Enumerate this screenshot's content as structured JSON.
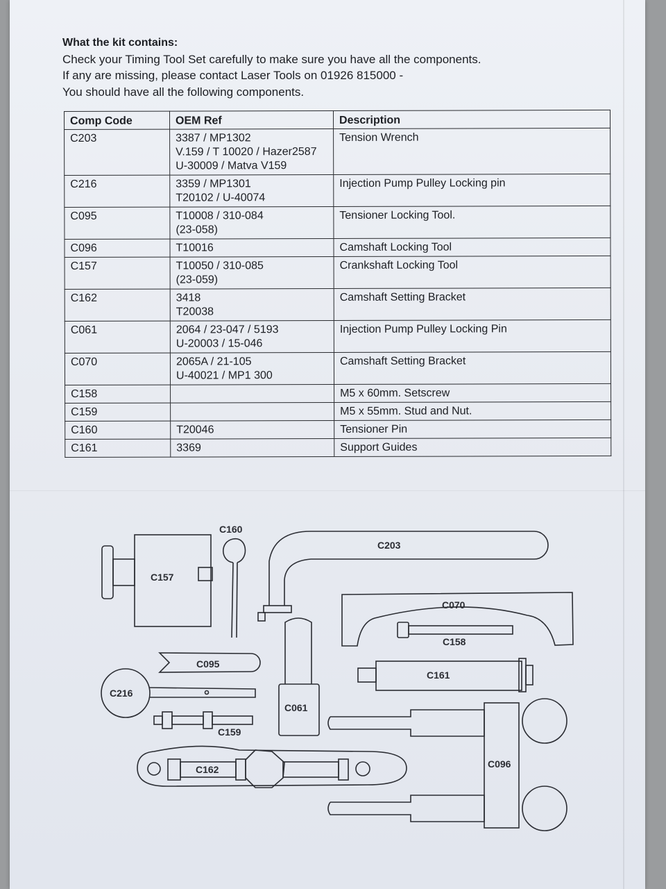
{
  "intro": {
    "heading": "What the kit contains:",
    "lines": [
      "Check your Timing Tool Set carefully to make sure you have all the components.",
      "If any are missing, please contact Laser Tools on 01926 815000 -",
      "You should have all the following components."
    ]
  },
  "table": {
    "headers": [
      "Comp Code",
      "OEM Ref",
      "Description"
    ],
    "rows": [
      {
        "code": "C203",
        "oem": [
          "3387 / MP1302",
          "V.159 / T 10020 / Hazer2587",
          "U-30009 / Matva V159"
        ],
        "desc": "Tension Wrench"
      },
      {
        "code": "C216",
        "oem": [
          "3359 / MP1301",
          "T20102 / U-40074"
        ],
        "desc": "Injection Pump Pulley Locking pin"
      },
      {
        "code": "C095",
        "oem": [
          "T10008 / 310-084",
          "(23-058)"
        ],
        "desc": "Tensioner Locking Tool."
      },
      {
        "code": "C096",
        "oem": [
          "T10016"
        ],
        "desc": "Camshaft Locking Tool"
      },
      {
        "code": "C157",
        "oem": [
          "T10050 / 310-085",
          "(23-059)"
        ],
        "desc": "Crankshaft Locking Tool"
      },
      {
        "code": "C162",
        "oem": [
          "3418",
          "T20038"
        ],
        "desc": "Camshaft Setting Bracket"
      },
      {
        "code": "C061",
        "oem": [
          "2064 / 23-047 / 5193",
          "U-20003 / 15-046"
        ],
        "desc": "Injection Pump Pulley Locking Pin"
      },
      {
        "code": "C070",
        "oem": [
          "2065A / 21-105",
          "U-40021 / MP1 300"
        ],
        "desc": "Camshaft Setting Bracket"
      },
      {
        "code": "C158",
        "oem": [
          ""
        ],
        "desc": "M5 x 60mm. Setscrew"
      },
      {
        "code": "C159",
        "oem": [
          ""
        ],
        "desc": "M5 x 55mm. Stud and Nut."
      },
      {
        "code": "C160",
        "oem": [
          "T20046"
        ],
        "desc": "Tensioner Pin"
      },
      {
        "code": "C161",
        "oem": [
          "3369"
        ],
        "desc": "Support Guides"
      }
    ]
  },
  "diagram": {
    "labels": {
      "c157": "C157",
      "c160": "C160",
      "c203": "C203",
      "c070": "C070",
      "c158": "C158",
      "c095": "C095",
      "c216": "C216",
      "c161": "C161",
      "c061": "C061",
      "c159": "C159",
      "c162": "C162",
      "c096": "C096"
    }
  },
  "colors": {
    "paper": "#eaedf3",
    "ink": "#1d1f24",
    "background": "#9a9c9e"
  }
}
